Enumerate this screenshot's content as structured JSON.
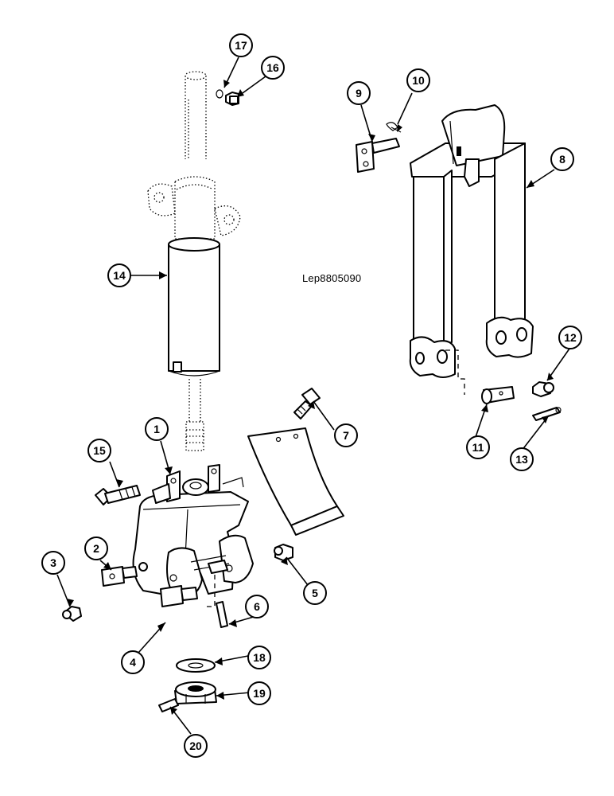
{
  "drawing": {
    "reference_code": "Lep8805090"
  },
  "callouts": [
    {
      "number": "1"
    },
    {
      "number": "2"
    },
    {
      "number": "3"
    },
    {
      "number": "4"
    },
    {
      "number": "5"
    },
    {
      "number": "6"
    },
    {
      "number": "7"
    },
    {
      "number": "8"
    },
    {
      "number": "9"
    },
    {
      "number": "10"
    },
    {
      "number": "11"
    },
    {
      "number": "12"
    },
    {
      "number": "13"
    },
    {
      "number": "14"
    },
    {
      "number": "15"
    },
    {
      "number": "16"
    },
    {
      "number": "17"
    },
    {
      "number": "18"
    },
    {
      "number": "19"
    },
    {
      "number": "20"
    }
  ]
}
